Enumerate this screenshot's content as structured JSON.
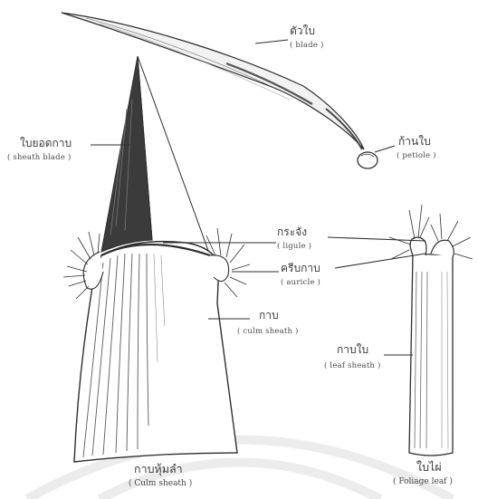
{
  "labels": {
    "blade": {
      "th": "ตัวใบ",
      "en": "( blade )"
    },
    "petiole": {
      "th": "ก้านใบ",
      "en": "( petiole )"
    },
    "sheath_blade": {
      "th": "ใบยอดกาบ",
      "en": "( sheath blade )"
    },
    "ligule": {
      "th": "กระจัง",
      "en": "( ligule )"
    },
    "auricle": {
      "th": "ครีบกาบ",
      "en": "( auricle )"
    },
    "culm_sheath": {
      "th": "กาบ",
      "en": "( culm sheath )"
    },
    "leaf_sheath": {
      "th": "กาบใบ",
      "en": "( leaf sheath )"
    },
    "caption_culm": {
      "th": "กาบหุ้มลำ",
      "en": "( Culm sheath )"
    },
    "caption_foliage": {
      "th": "ใบไผ่",
      "en": "( Foliage leaf )"
    }
  },
  "colors": {
    "ink": "#2e2e2e",
    "paper": "#ffffff",
    "watermark": "#ececec"
  }
}
